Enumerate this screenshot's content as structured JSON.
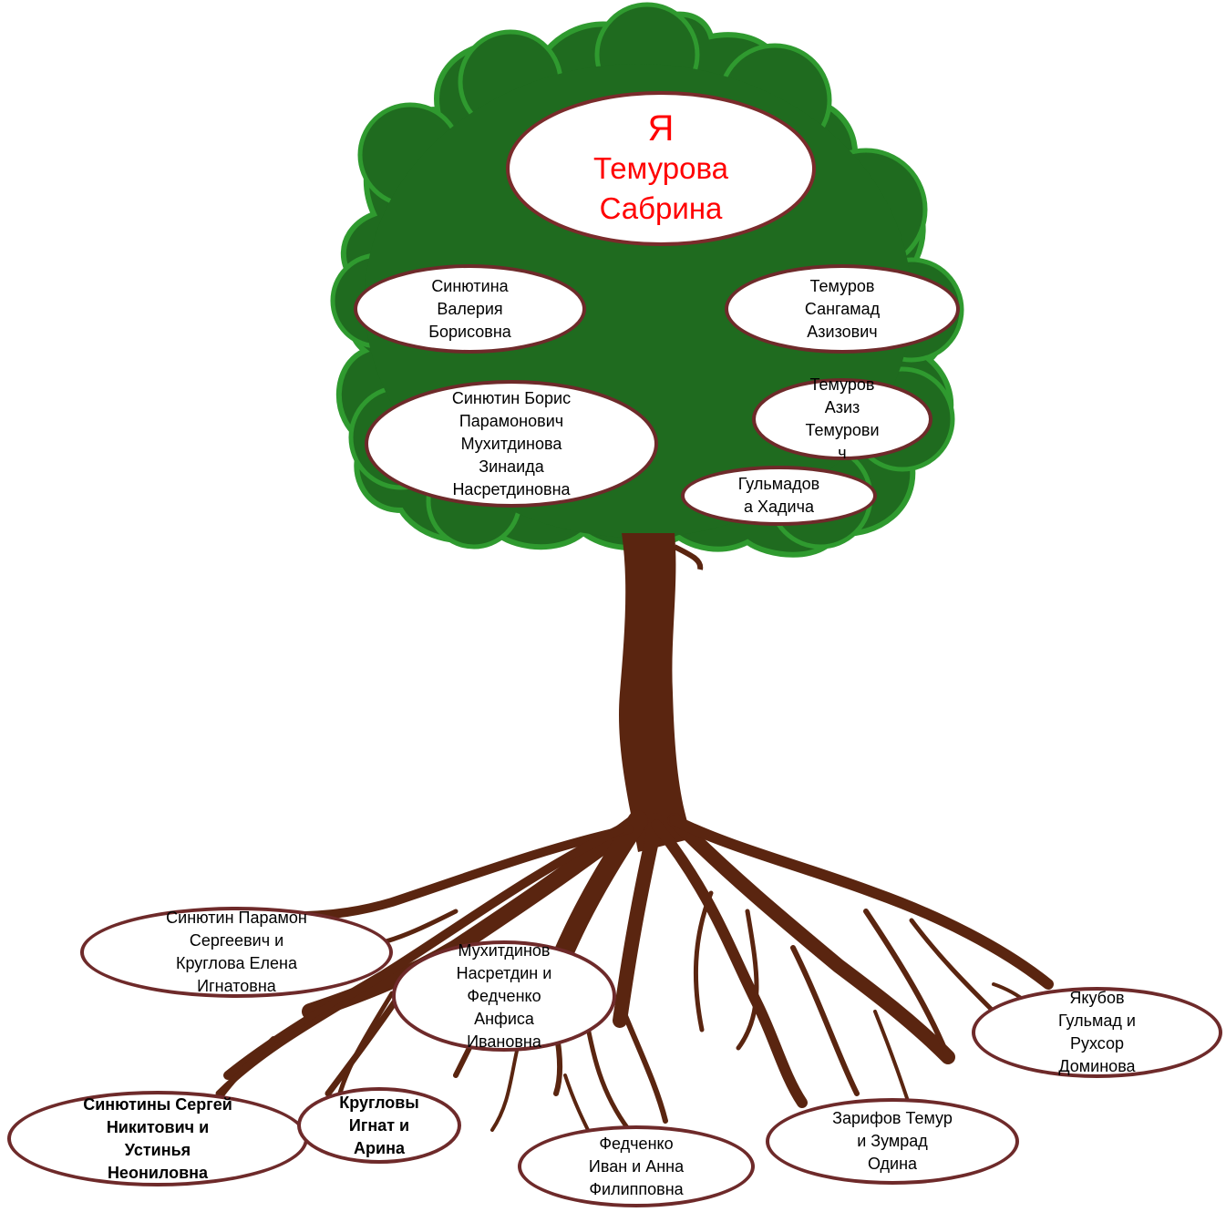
{
  "colors": {
    "foliage": "#1f6b1f",
    "foliage_edge": "#2f9a2f",
    "trunk": "#5a2510",
    "oval_border": "#6e2a2a",
    "me_text": "#ff0000"
  },
  "me": {
    "line1": "Я",
    "line2": "Темурова\nСабрина"
  },
  "parents": {
    "mother": "Синютина\nВалерия\nБорисовна",
    "father": "Темуров\nСангамад\nАзизович"
  },
  "grandparents": {
    "maternal": "Синютин Борис\nПарамонович\nМухитдинова\nЗинаида\nНасретдиновна",
    "paternal_grandfather": "Темуров\nАзиз\nТемурови\nч",
    "paternal_grandmother": "Гульмадов\nа Хадича"
  },
  "ancestors": {
    "sinyutin_paramon": "Синютин Парамон\nСергеевич и\nКруглова  Елена\nИгнатовна",
    "mukhitdinov": "Мухитдинов\nНасретдин и\nФедченко\nАнфиса\nИвановна",
    "yakubov": "Якубов\nГульмад и\nРухсор\nДоминова",
    "sinyutiny": "Синютины Сергей\nНикитович и\nУстинья\nНеониловна",
    "kruglovy": "Кругловы\nИгнат и\nАрина",
    "fedchenko": "Федченко\nИван и Анна\nФилипповна",
    "zarifov": "Зарифов Темур\nи Зумрад\nОдина"
  }
}
